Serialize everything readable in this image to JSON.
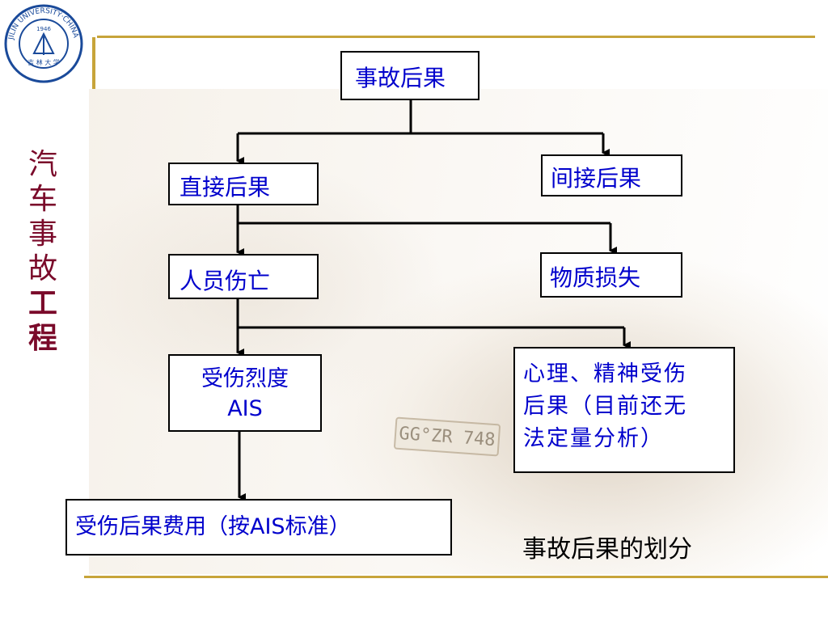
{
  "logo": {
    "ring_text": "JILIN UNIVERSITY·CHINA",
    "year": "1946",
    "bottom_text": "吉 林 大 学"
  },
  "vertical_title": [
    "汽",
    "车",
    "事",
    "故",
    "工",
    "程"
  ],
  "diagram": {
    "root": "事故后果",
    "direct": "直接后果",
    "indirect": "间接后果",
    "casualty": "人员伤亡",
    "material_loss": "物质损失",
    "injury_severity": [
      "受伤烈度",
      "AIS"
    ],
    "psychological": [
      "心理、精神受伤",
      "后果（目前还无",
      "法定量分析）"
    ],
    "injury_cost": "受伤后果费用（按AIS标准）"
  },
  "caption": "事故后果的划分",
  "background": {
    "license_plate": "GG°ZR 748"
  },
  "colors": {
    "box_text": "#0000cc",
    "title": "#7a0a2a",
    "accent_rule": "#c7a43a"
  }
}
